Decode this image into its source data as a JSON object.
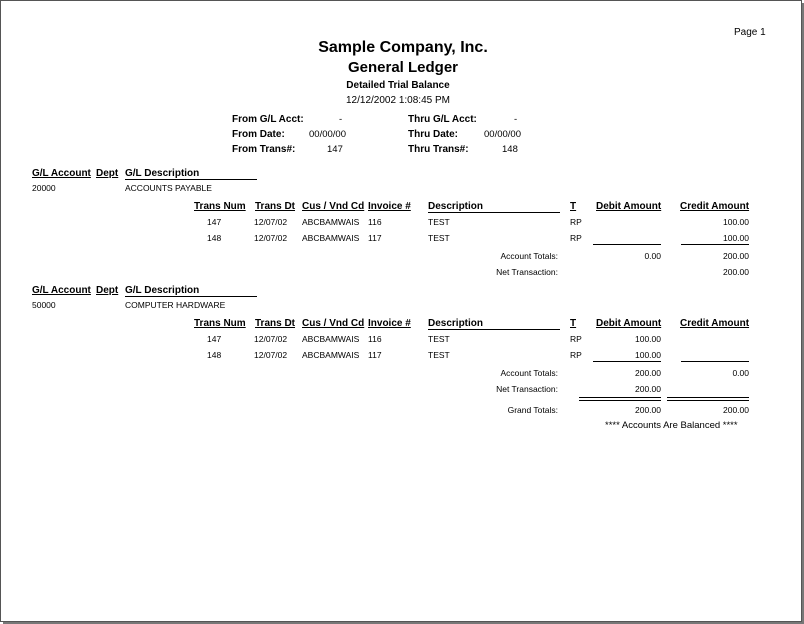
{
  "page_label": "Page 1",
  "company": "Sample Company, Inc.",
  "title": "General Ledger",
  "subtitle": "Detailed Trial Balance",
  "run_datetime": "12/12/2002 1:08:45 PM",
  "filters": {
    "from_acct_label": "From G/L Acct:",
    "from_acct_value": "-",
    "thru_acct_label": "Thru G/L Acct:",
    "thru_acct_value": "-",
    "from_date_label": "From Date:",
    "from_date_value": "00/00/00",
    "thru_date_label": "Thru Date:",
    "thru_date_value": "00/00/00",
    "from_trans_label": "From Trans#:",
    "from_trans_value": "147",
    "thru_trans_label": "Thru Trans#:",
    "thru_trans_value": "148"
  },
  "account_headers": {
    "account": "G/L Account",
    "dept": "Dept",
    "description": "G/L Description"
  },
  "columns": {
    "trans_num": "Trans Num",
    "trans_dt": "Trans Dt",
    "cus_vnd": "Cus / Vnd Cd",
    "invoice": "Invoice #",
    "description": "Description",
    "t": "T",
    "debit": "Debit Amount",
    "credit": "Credit Amount"
  },
  "accounts": [
    {
      "account": "20000",
      "description": "ACCOUNTS PAYABLE",
      "rows": [
        {
          "trans_num": "147",
          "trans_dt": "12/07/02",
          "cus_vnd": "ABCBAMWAIS",
          "invoice": "116",
          "description": "TEST",
          "t": "RP",
          "debit": "",
          "credit": "100.00"
        },
        {
          "trans_num": "148",
          "trans_dt": "12/07/02",
          "cus_vnd": "ABCBAMWAIS",
          "invoice": "117",
          "description": "TEST",
          "t": "RP",
          "debit": "",
          "credit": "100.00"
        }
      ],
      "account_totals_label": "Account Totals:",
      "account_totals_debit": "0.00",
      "account_totals_credit": "200.00",
      "net_label": "Net Transaction:",
      "net_value": "200.00"
    },
    {
      "account": "50000",
      "description": "COMPUTER HARDWARE",
      "rows": [
        {
          "trans_num": "147",
          "trans_dt": "12/07/02",
          "cus_vnd": "ABCBAMWAIS",
          "invoice": "116",
          "description": "TEST",
          "t": "RP",
          "debit": "100.00",
          "credit": ""
        },
        {
          "trans_num": "148",
          "trans_dt": "12/07/02",
          "cus_vnd": "ABCBAMWAIS",
          "invoice": "117",
          "description": "TEST",
          "t": "RP",
          "debit": "100.00",
          "credit": ""
        }
      ],
      "account_totals_label": "Account Totals:",
      "account_totals_debit": "200.00",
      "account_totals_credit": "0.00",
      "net_label": "Net Transaction:",
      "net_value": "200.00"
    }
  ],
  "grand_totals": {
    "label": "Grand Totals:",
    "debit": "200.00",
    "credit": "200.00"
  },
  "balanced_message": "**** Accounts Are Balanced ****"
}
